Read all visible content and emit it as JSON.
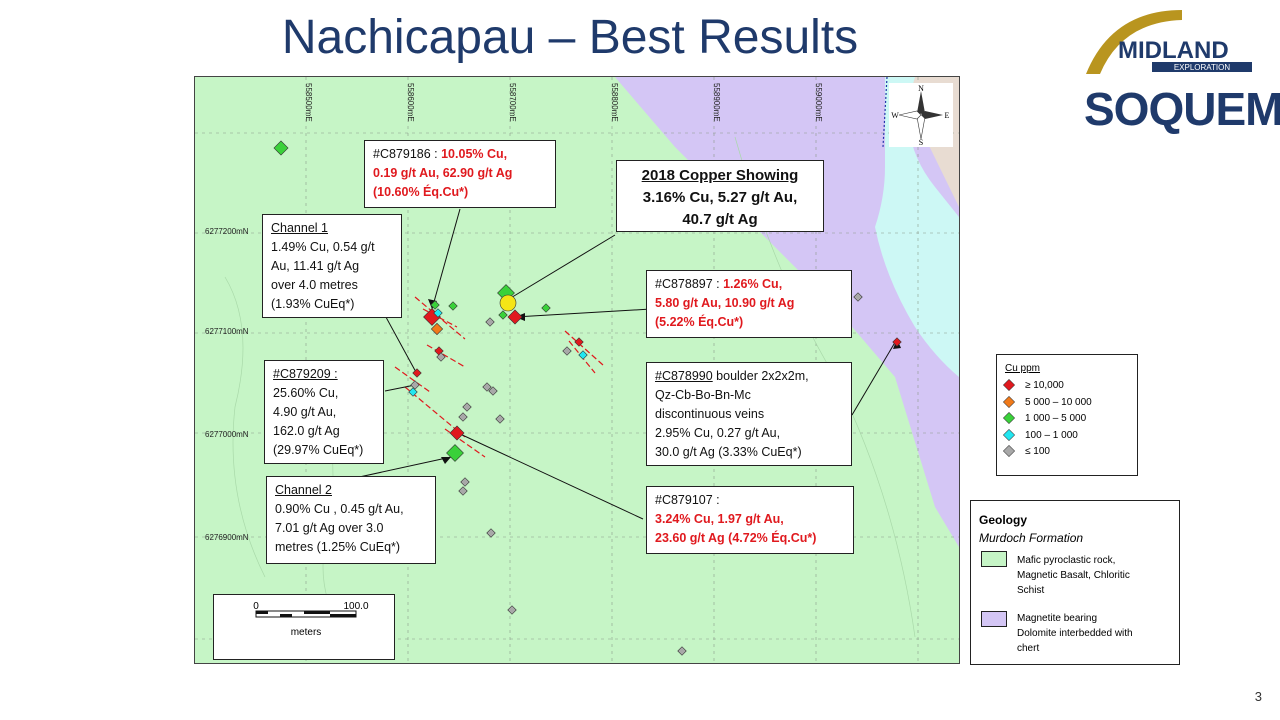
{
  "title": "Nachicapau – Best Results",
  "page_number": "3",
  "logos": {
    "midland_top": "MIDLAND",
    "midland_sub": "EXPLORATION",
    "soquem": "SOQUEM"
  },
  "map": {
    "easting_labels": [
      "558500mE",
      "558600mE",
      "558700mE",
      "558800mE",
      "558900mE",
      "559000mE"
    ],
    "northing_labels": [
      "6277200mN",
      "6277100mN",
      "6277000mN",
      "6276900mN"
    ],
    "compass": {
      "n": "N",
      "s": "S",
      "e": "E",
      "w": "W"
    },
    "scale": {
      "start": "0",
      "end": "100.0",
      "unit": "meters"
    },
    "colors": {
      "mafic": "#c6f5c6",
      "dolomite": "#d4c6f5",
      "water": "#cdf8f5",
      "tan": "#e8dcd2"
    }
  },
  "callouts": {
    "c879186": {
      "id": "#C879186 : ",
      "line1_red": "10.05% Cu,",
      "line2_red": "0.19 g/t Au, 62.90 g/t Ag",
      "line3_red": "(10.60% Éq.Cu*)"
    },
    "showing": {
      "heading": "2018 Copper Showing",
      "line1": "3.16% Cu, 5.27 g/t Au,",
      "line2": "40.7 g/t Ag"
    },
    "channel1": {
      "heading": "Channel 1",
      "line1": "1.49% Cu, 0.54 g/t",
      "line2": "Au, 11.41 g/t Ag",
      "line3": "over 4.0 metres",
      "line4": "(1.93% CuEq*)"
    },
    "c878897": {
      "id": "#C878897 : ",
      "line1_red": "1.26% Cu,",
      "line2_red": "5.80 g/t Au, 10.90 g/t Ag",
      "line3_red": "(5.22% Éq.Cu*)"
    },
    "c879209": {
      "id": "#C879209 :",
      "line1": "25.60% Cu,",
      "line2": "4.90 g/t Au,",
      "line3": "162.0 g/t Ag",
      "line4": "(29.97% CuEq*)"
    },
    "c878990": {
      "id": "#C878990",
      "line1": " boulder 2x2x2m,",
      "line2": "Qz-Cb-Bo-Bn-Mc",
      "line3": "discontinuous veins",
      "line4": "2.95% Cu, 0.27 g/t Au,",
      "line5": "30.0 g/t Ag (3.33% CuEq*)"
    },
    "channel2": {
      "heading": "Channel 2",
      "line1": "0.90% Cu , 0.45 g/t Au,",
      "line2": "7.01 g/t Ag over 3.0",
      "line3": "metres (1.25% CuEq*)"
    },
    "c879107": {
      "id": "#C879107 :",
      "line1_red": "3.24% Cu, 1.97 g/t Au,",
      "line2_red": "23.60 g/t Ag (4.72% Éq.Cu*)"
    }
  },
  "legend_cu": {
    "title": "Cu ppm",
    "items": [
      {
        "label": "≥ 10,000",
        "color": "#e0191e"
      },
      {
        "label": "5 000 – 10 000",
        "color": "#f07a1a"
      },
      {
        "label": "1 000 – 5 000",
        "color": "#3ad13a"
      },
      {
        "label": "100 – 1 000",
        "color": "#22e6f0"
      },
      {
        "label": "≤ 100",
        "color": "#a8a8a8"
      }
    ]
  },
  "legend_geo": {
    "title": "Geology",
    "subtitle": "Murdoch Formation",
    "item1": [
      "Mafic pyroclastic rock,",
      "Magnetic Basalt, Chloritic",
      "Schist"
    ],
    "item2": [
      "Magnetite bearing",
      "Dolomite interbedded with",
      "chert"
    ]
  }
}
